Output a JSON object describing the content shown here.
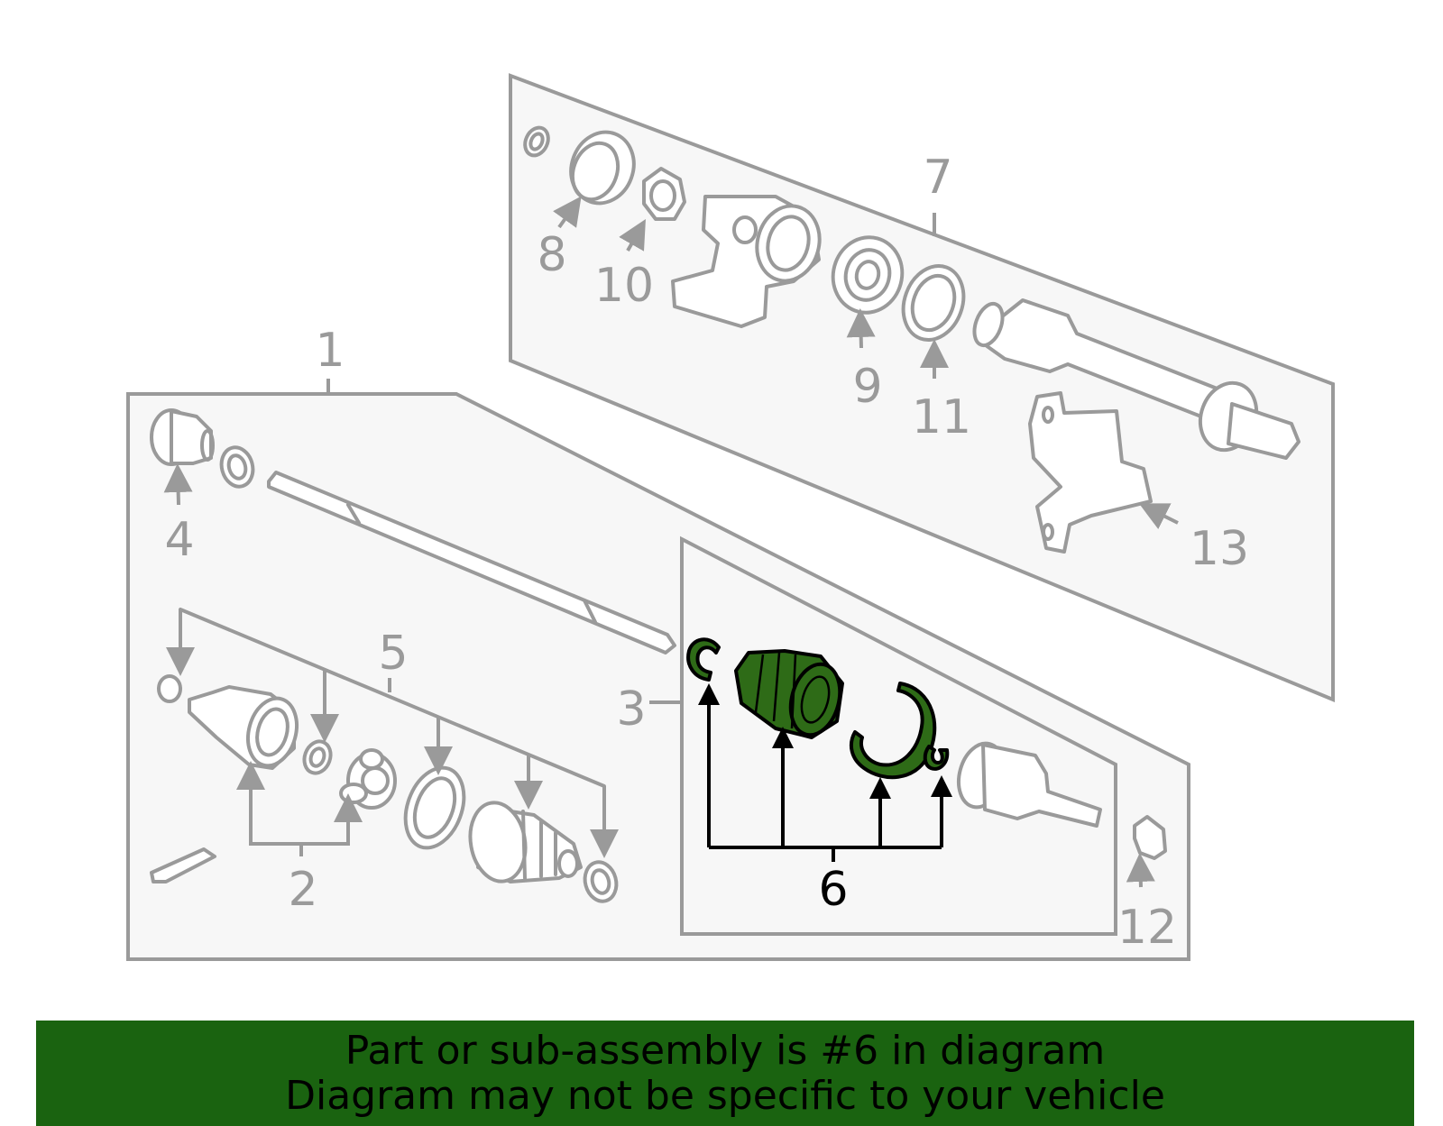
{
  "colors": {
    "highlight": "#2e6b17",
    "banner": "#1a6310",
    "outline": "#9a9a9a"
  },
  "highlighted_part": "6",
  "labels": {
    "l1": "1",
    "l2": "2",
    "l3": "3",
    "l4": "4",
    "l5": "5",
    "l6": "6",
    "l7": "7",
    "l8": "8",
    "l9": "9",
    "l10": "10",
    "l11": "11",
    "l12": "12",
    "l13": "13"
  },
  "banner": {
    "line1": "Part or sub-assembly is #6 in diagram",
    "line2": "Diagram may not be specific to your vehicle"
  }
}
